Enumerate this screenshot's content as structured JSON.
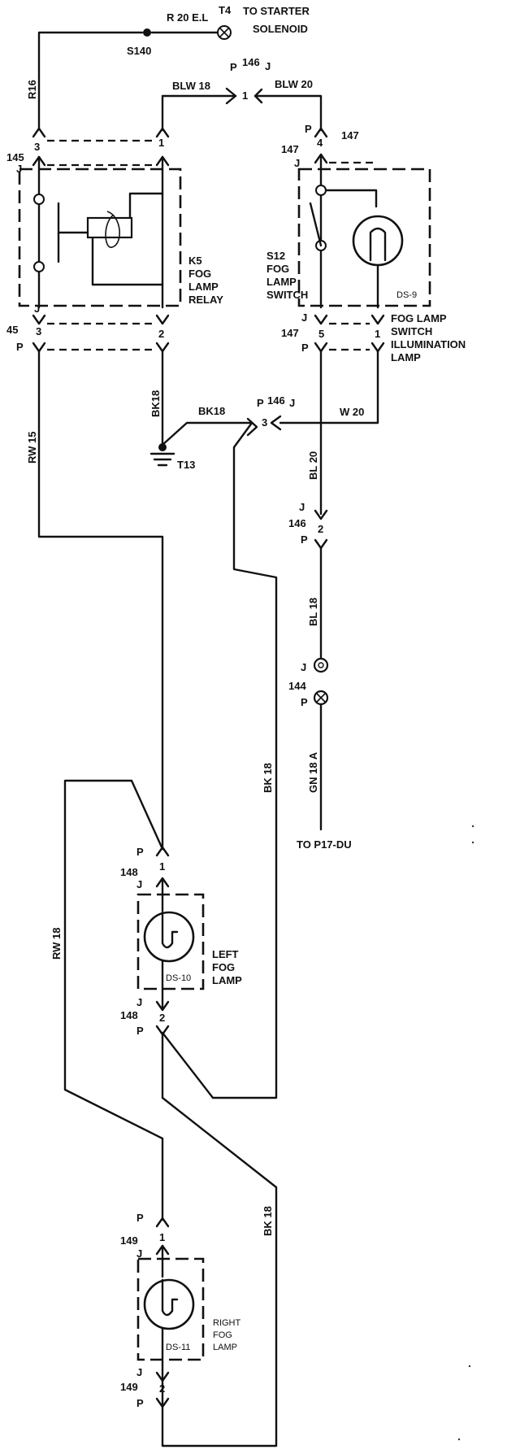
{
  "wire_labels": {
    "r20el": "R 20 E.L",
    "r16": "R16",
    "blw18": "BLW 18",
    "blw20": "BLW 20",
    "bk18_relay": "BK18",
    "bk18_ground": "BK18",
    "w20": "W 20",
    "rw15": "RW 15",
    "bl20": "BL 20",
    "bl18": "BL 18",
    "gn18a": "GN 18 A",
    "bk18_mid": "BK 18",
    "rw18": "RW 18",
    "bk18_low": "BK 18"
  },
  "nodes": {
    "t4": "T4",
    "t4_desc_1": "TO STARTER",
    "t4_desc_2": "SOLENOID",
    "s140": "S140",
    "t13": "T13",
    "to_p17": "TO P17-DU"
  },
  "components": {
    "k5": [
      "K5",
      "FOG",
      "LAMP",
      "RELAY"
    ],
    "s12": [
      "S12",
      "FOG",
      "LAMP",
      "SWITCH"
    ],
    "ds9_id": "DS-9",
    "ds9_desc": [
      "FOG LAMP",
      "SWITCH",
      "ILLUMINATION",
      "LAMP"
    ],
    "ds10_id": "DS-10",
    "ds10_desc": [
      "LEFT",
      "FOG",
      "LAMP"
    ],
    "ds11_id": "DS-11",
    "ds11_desc": [
      "RIGHT",
      "FOG",
      "LAMP"
    ]
  },
  "connectors": {
    "c145": "145",
    "c146": "146",
    "c147": "147",
    "c148": "148",
    "c149": "149",
    "c144": "144",
    "c45": "45",
    "j": "J",
    "p": "P"
  },
  "pins": {
    "one": "1",
    "two": "2",
    "three": "3",
    "four": "4",
    "five": "5"
  }
}
